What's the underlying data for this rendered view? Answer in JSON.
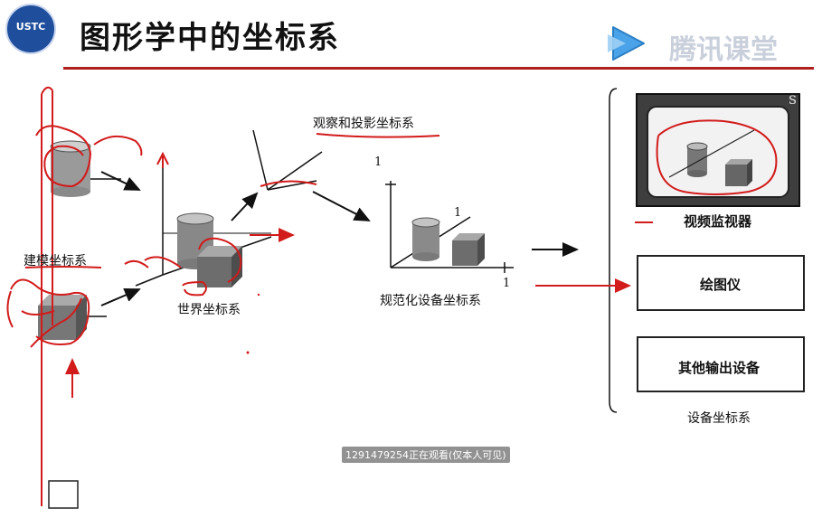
{
  "header": {
    "logo_text": "USTC",
    "title": "图形学中的坐标系",
    "brand_name": "腾讯课堂"
  },
  "diagram": {
    "modeling_label": "建模坐标系",
    "world_label": "世界坐标系",
    "viewing_label": "观察和投影坐标系",
    "ndc_label": "规范化设备坐标系",
    "monitor_label": "视频监视器",
    "plotter_label": "绘图仪",
    "other_label": "其他输出设备",
    "device_label": "设备坐标系",
    "ndc_tick_y": "1",
    "ndc_tick_x": "1",
    "ndc_tick_z": "1",
    "monitor_corner": "S"
  },
  "overlay": {
    "watermark": "1291479254正在观看(仅本人可见)"
  },
  "colors": {
    "annotation_red": "#d21b1b",
    "rule_red": "#b0201e",
    "logo_blue": "#1f4e9c",
    "brand_blue": "#4aa3e8"
  }
}
